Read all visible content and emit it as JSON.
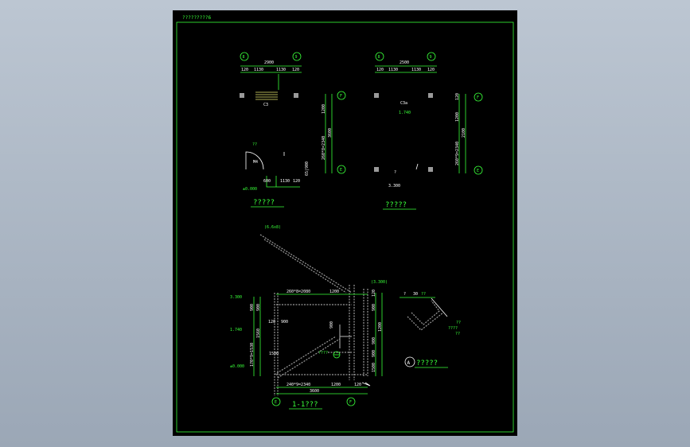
{
  "sheet": {
    "title": "?????????6",
    "plan_left": {
      "axis_top_left": "8",
      "axis_top_right": "9",
      "axis_right_top": "F",
      "axis_right_bottom": "E",
      "dim_total": "2900",
      "dims": [
        "120",
        "1130",
        "1130",
        "120"
      ],
      "side_dims": [
        "1200",
        "3600",
        "260*8=2340"
      ],
      "stair_label": "C3",
      "level": "±0.000",
      "misc": "??",
      "small_dims": [
        "600",
        "1130",
        "120"
      ],
      "side_small": "65|900",
      "door_mark": "M4",
      "caption": "?????"
    },
    "plan_right": {
      "axis_top_left": "8",
      "axis_top_right": "9",
      "axis_right_top": "F",
      "axis_right_bottom": "E",
      "dim_total": "2500",
      "dims": [
        "120",
        "1130",
        "1130",
        "120"
      ],
      "side_dims": [
        "120",
        "1200",
        "2100",
        "260*9=2340"
      ],
      "stair_label": "C3a",
      "level_mid": "1.740",
      "level_bottom": "3.300",
      "misc": "?",
      "caption": "?????"
    },
    "section": {
      "roof_level": "(6.6x8)",
      "top_level": "(3.300)",
      "levels": [
        "3.300",
        "1.740",
        "±0.000"
      ],
      "dims_top": [
        "260*8=2080",
        "1200"
      ],
      "dims_bottom": [
        "240*9=2340",
        "1200",
        "120"
      ],
      "dim_total": "3600",
      "inner_dims": [
        "120",
        "900",
        "1500",
        "900"
      ],
      "left_dims": [
        "900",
        "900",
        "1560",
        "170*9=1530"
      ],
      "right_dims": [
        "120",
        "900",
        "1200",
        "900",
        "900",
        "1500"
      ],
      "mid_label": "????",
      "axis_left": "E",
      "axis_right": "F",
      "caption": "1-1???"
    },
    "detail": {
      "dims": [
        "?",
        "30",
        "??"
      ],
      "notes": [
        "??",
        "????",
        "??"
      ],
      "bubble": "A",
      "caption": "?????"
    }
  }
}
